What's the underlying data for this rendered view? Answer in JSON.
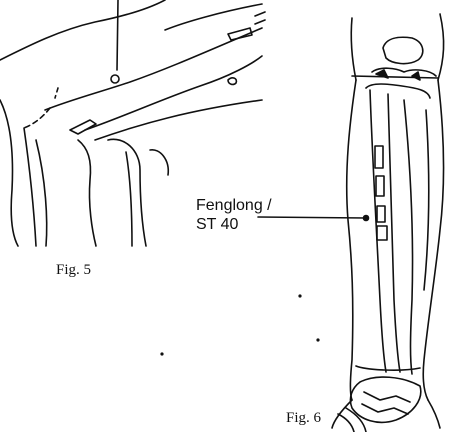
{
  "figures": [
    {
      "caption": "Fig. 5",
      "subject": "knee-lateral-view"
    },
    {
      "caption": "Fig. 6",
      "subject": "lower-leg-anterior-view",
      "point": {
        "name": "Fenglong /",
        "code": "ST 40"
      }
    }
  ],
  "colors": {
    "ink": "#111111",
    "paper": "#ffffff"
  }
}
